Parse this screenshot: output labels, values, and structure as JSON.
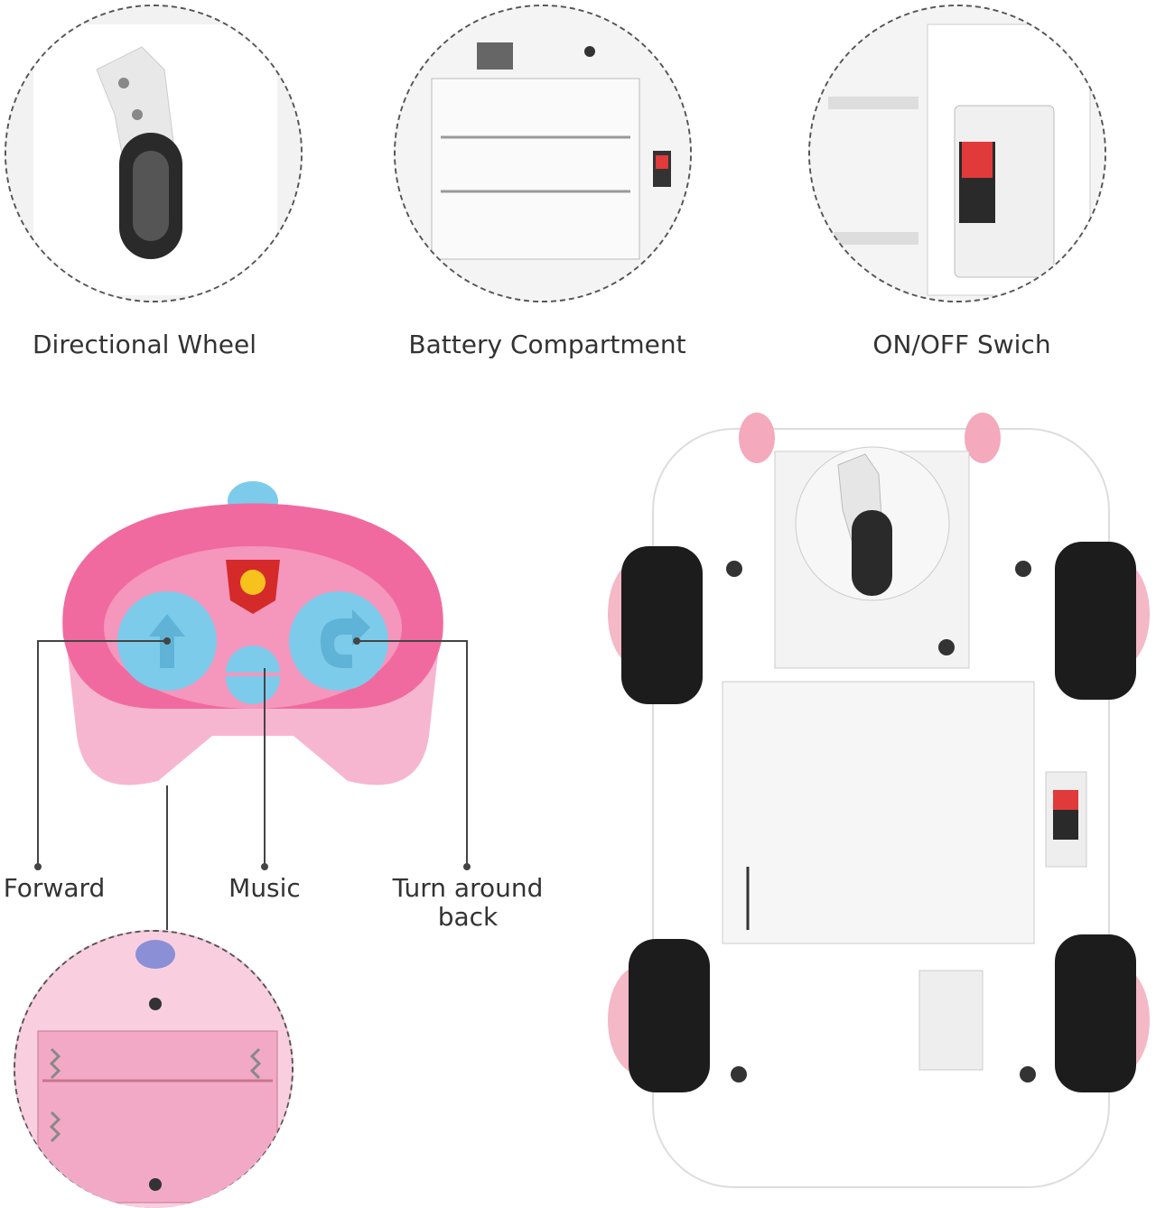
{
  "captions": {
    "directional_wheel": "Directional Wheel",
    "battery_compartment": "Battery Compartment",
    "on_off_switch": "ON/OFF Swich"
  },
  "controller_labels": {
    "forward": "Forward",
    "music": "Music",
    "turn_line1": "Turn around",
    "turn_line2": "back"
  },
  "colors": {
    "controller_pink": "#f06aa0",
    "controller_light_pink": "#f7b6cf",
    "button_blue": "#7ccbea",
    "wheel_black": "#1c1c1c",
    "switch_red": "#e03a3a"
  }
}
